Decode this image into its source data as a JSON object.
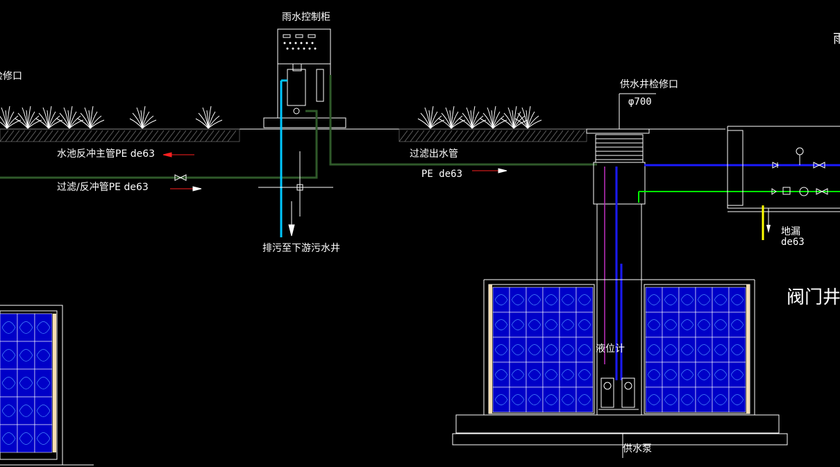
{
  "labels": {
    "control_cabinet": "雨水控制柜",
    "top_right_partial": "雨",
    "left_partial": "检修口",
    "main_backwash_pipe": "水池反冲主管PE de63",
    "filter_backwash_pipe": "过滤/反冲管PE de63",
    "sewage_discharge": "排污至下游污水井",
    "filter_outlet_pipe": "过滤出水管",
    "filter_outlet_spec": "PE de63",
    "supply_well_port": "供水井检修口",
    "supply_well_dia": "φ700",
    "floor_drain": "地漏",
    "floor_drain_spec": "de63",
    "valve_well": "阀门井",
    "level_gauge": "液位计",
    "supply_pump": "供水泵"
  },
  "colors": {
    "background": "#000000",
    "line_white": "#ffffff",
    "pipe_green": "#2f5a2a",
    "pipe_cyan": "#00c8ff",
    "pipe_blue": "#1a1aff",
    "pipe_bright_green": "#00ff00",
    "arrow_red": "#ff2020",
    "drain_yellow": "#ffff00",
    "gauge_magenta": "#c030c0",
    "module_blue": "#0000c8"
  }
}
